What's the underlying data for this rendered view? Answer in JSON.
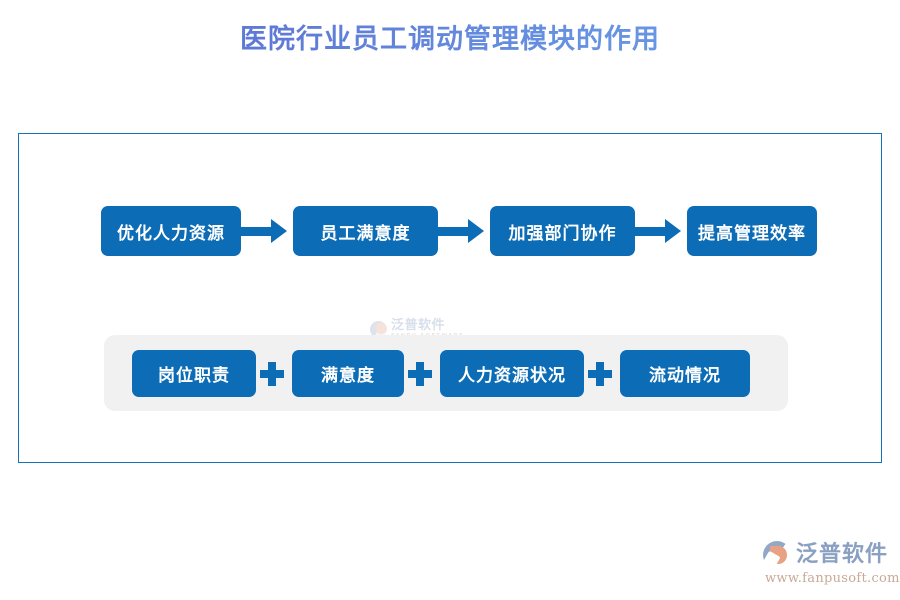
{
  "page": {
    "title": "医院行业员工调动管理模块的作用",
    "title_gradient_from": "#5a6ed0",
    "title_gradient_to": "#6fa3ea",
    "background": "#ffffff",
    "frame_border_color": "#1472b8",
    "accent_blue": "#0c6cb6",
    "panel_gray": "#f1f1f1"
  },
  "watermark": {
    "cn": "泛普软件",
    "en": "FANPU SOFTWARE"
  },
  "flow": {
    "steps": [
      {
        "label": "优化人力资源"
      },
      {
        "label": "员工满意度"
      },
      {
        "label": "加强部门协作"
      },
      {
        "label": "提高管理效率"
      }
    ],
    "connector": "arrow-right-icon"
  },
  "tags": {
    "items": [
      {
        "label": "岗位职责"
      },
      {
        "label": "满意度"
      },
      {
        "label": "人力资源状况"
      },
      {
        "label": "流动情况"
      }
    ],
    "separator": "plus-icon"
  },
  "brand": {
    "name": "泛普软件",
    "url": "www.fanpusoft.com",
    "mark": "fanpu-logo-icon",
    "name_color": "#8aa0c2",
    "url_color": "#c9a896"
  }
}
